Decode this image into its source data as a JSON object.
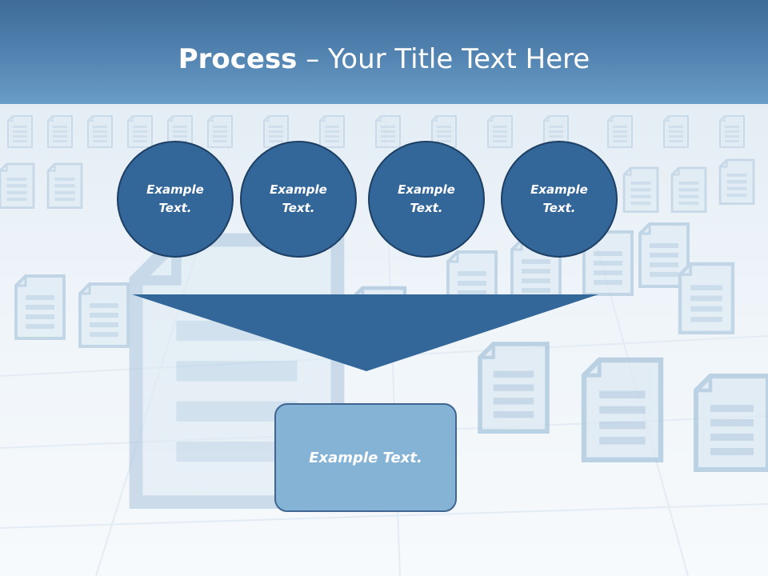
{
  "title": {
    "bold": "Process",
    "rest": " – Your Title Text Here"
  },
  "steps": [
    {
      "label": "Example Text."
    },
    {
      "label": "Example Text."
    },
    {
      "label": "Example Text."
    },
    {
      "label": "Example Text."
    }
  ],
  "result": {
    "label": "Example Text."
  },
  "colors": {
    "header": "#4f80ad",
    "circle_fill": "#336699",
    "circle_border": "#1d3f63",
    "funnel": "#336699",
    "result_box": "#85b3d6",
    "text": "#ffffff"
  }
}
